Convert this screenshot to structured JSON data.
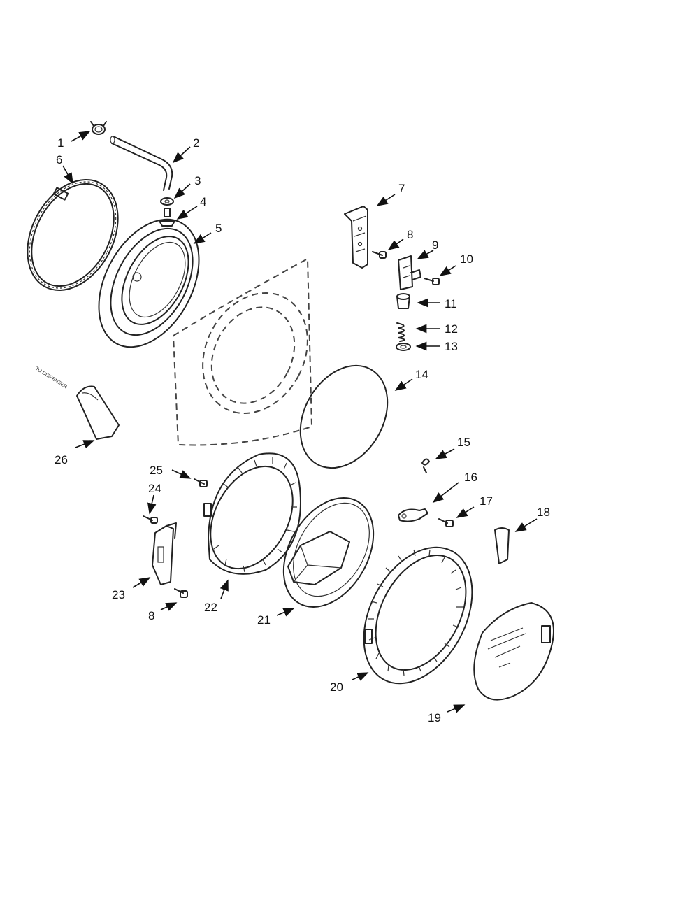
{
  "callouts": [
    "1",
    "2",
    "3",
    "4",
    "5",
    "6",
    "7",
    "8",
    "9",
    "10",
    "11",
    "12",
    "13",
    "14",
    "15",
    "16",
    "17",
    "18",
    "19",
    "20",
    "21",
    "22",
    "23",
    "8",
    "24",
    "25",
    "26"
  ],
  "dispenser_label": "TO DISPENSER"
}
